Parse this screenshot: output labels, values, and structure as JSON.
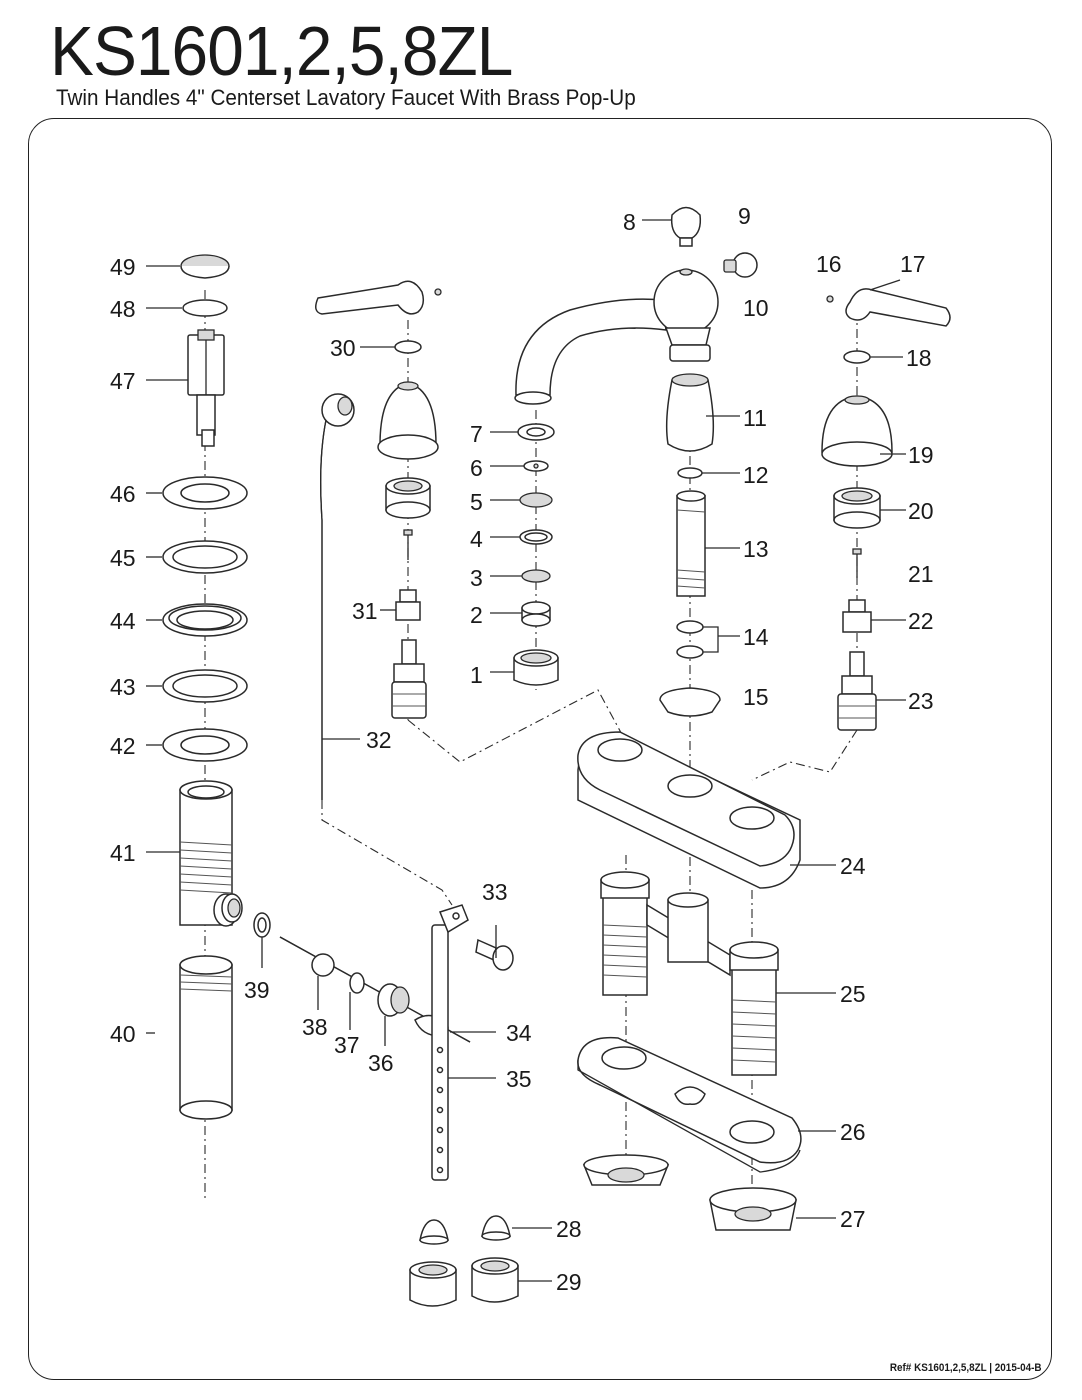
{
  "header": {
    "model": "KS1601,2,5,8ZL",
    "subtitle": "Twin Handles 4\" Centerset Lavatory Faucet With Brass Pop-Up"
  },
  "footer": {
    "reference": "Ref# KS1601,2,5,8ZL | 2015-04-B"
  },
  "part_numbers": [
    "1",
    "2",
    "3",
    "4",
    "5",
    "6",
    "7",
    "8",
    "9",
    "10",
    "11",
    "12",
    "13",
    "14",
    "15",
    "16",
    "17",
    "18",
    "19",
    "20",
    "21",
    "22",
    "23",
    "24",
    "25",
    "26",
    "27",
    "28",
    "29",
    "30",
    "31",
    "32",
    "33",
    "34",
    "35",
    "36",
    "37",
    "38",
    "39",
    "40",
    "41",
    "42",
    "43",
    "44",
    "45",
    "46",
    "47",
    "48",
    "49"
  ]
}
